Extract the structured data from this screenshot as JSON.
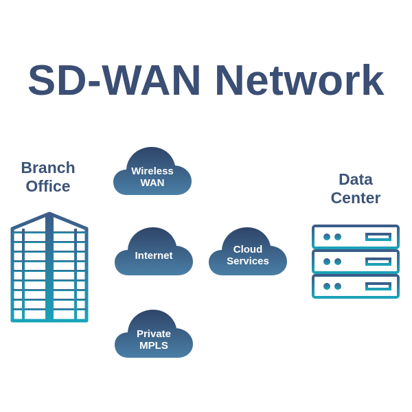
{
  "title": "SD-WAN Network",
  "branch": {
    "label": "Branch\nOffice",
    "icon": "office-building-icon"
  },
  "datacenter": {
    "label": "Data\nCenter",
    "icon": "server-rack-icon"
  },
  "clouds": [
    {
      "label": "Wireless\nWAN",
      "icon": "cloud-icon"
    },
    {
      "label": "Internet",
      "icon": "cloud-icon"
    },
    {
      "label": "Private\nMPLS",
      "icon": "cloud-icon"
    },
    {
      "label": "Cloud\nServices",
      "icon": "cloud-icon"
    }
  ],
  "colors": {
    "title": "#3b4e74",
    "cloud_top": "#2f4468",
    "cloud_bottom": "#4a7fa6",
    "icon_top": "#3d5c88",
    "icon_bottom": "#1aa3b8"
  }
}
